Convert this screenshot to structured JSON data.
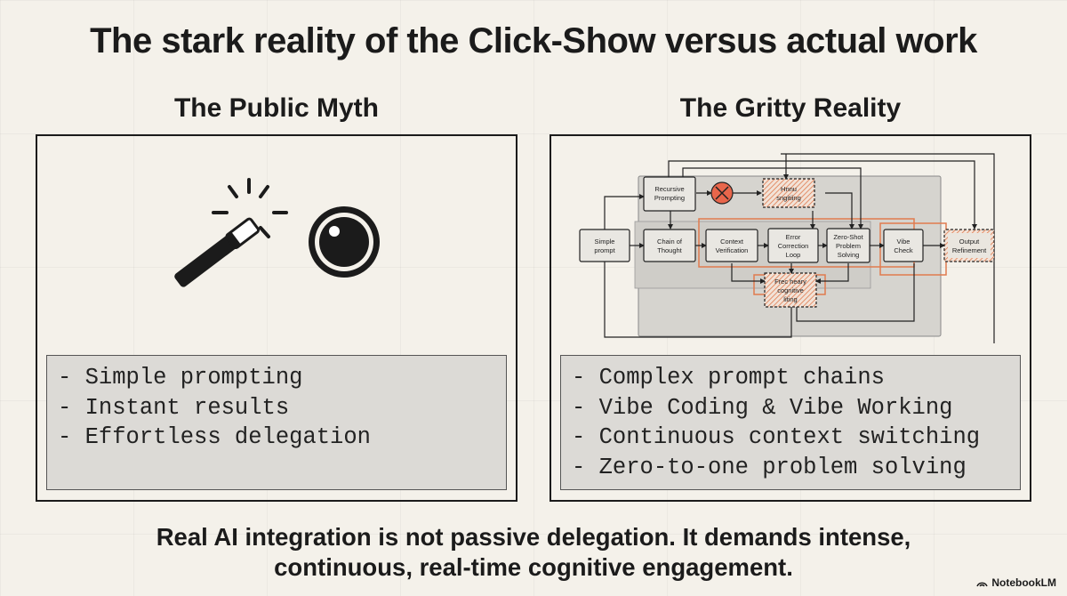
{
  "title": "The stark reality of the Click-Show versus actual work",
  "left": {
    "heading": "The Public Myth",
    "icons": [
      "magic-wand-icon",
      "circle-button-icon"
    ],
    "items": [
      "- Simple prompting",
      "- Instant results",
      "- Effortless delegation"
    ]
  },
  "right": {
    "heading": "The Gritty Reality",
    "diagram": {
      "nodes": {
        "simple": [
          "Simple",
          "prompt"
        ],
        "recursive": [
          "Recursive",
          "Prompting"
        ],
        "hatched_top": [
          "Hnnu",
          "sngitiing"
        ],
        "chain": [
          "Chain of",
          "Thought"
        ],
        "context": [
          "Context",
          "Verification"
        ],
        "error": [
          "Error",
          "Correction",
          "Loop"
        ],
        "zero": [
          "Zero-Shot",
          "Problem",
          "Solving"
        ],
        "vibe": [
          "Vibe",
          "Check"
        ],
        "output": [
          "Output",
          "Refinement"
        ],
        "heavy": [
          "Frec heary",
          "cognitive",
          "liting"
        ]
      }
    },
    "items": [
      "- Complex prompt chains",
      "- Vibe Coding & Vibe Working",
      "- Continuous context switching",
      "- Zero-to-one problem solving"
    ]
  },
  "footer": {
    "line1": "Real AI integration is not passive delegation. It demands intense,",
    "line2": "continuous, real-time cognitive engagement."
  },
  "brand": "NotebookLM",
  "colors": {
    "background": "#f4f1ea",
    "accent": "#e07b4f",
    "error_node": "#e8664b"
  }
}
